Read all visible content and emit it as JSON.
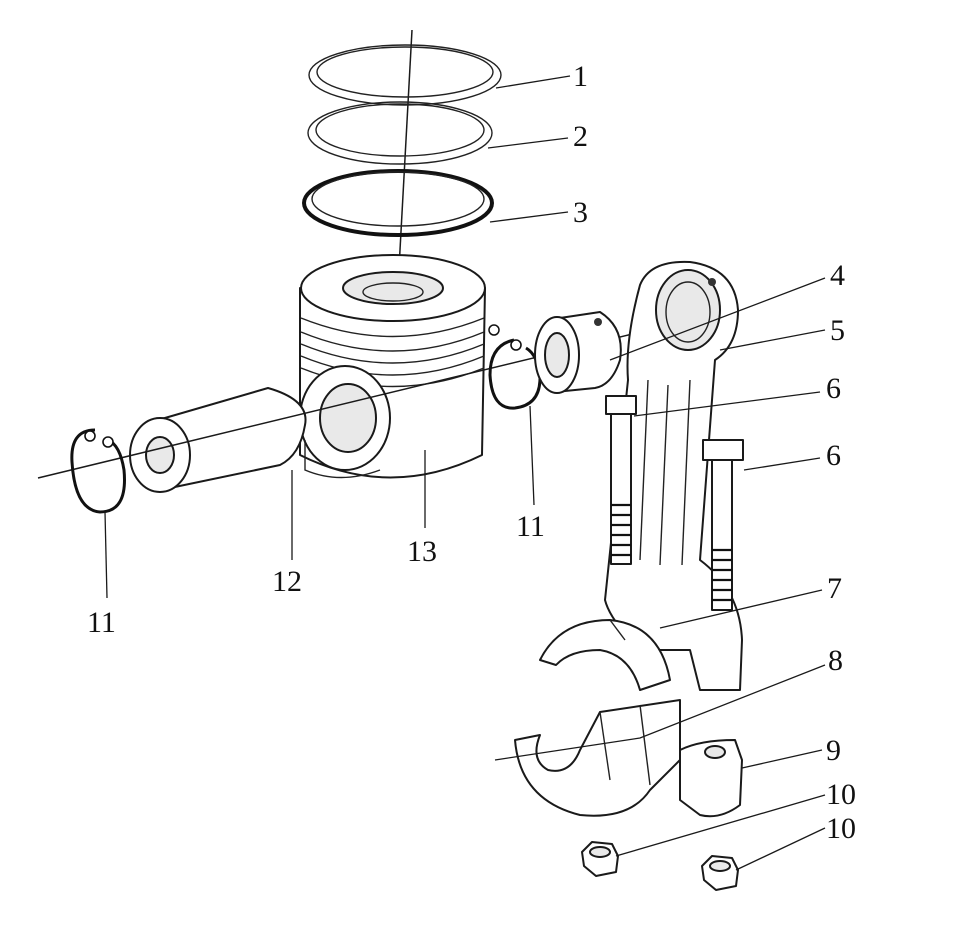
{
  "callouts": [
    {
      "id": "c1",
      "text": "1"
    },
    {
      "id": "c2",
      "text": "2"
    },
    {
      "id": "c3",
      "text": "3"
    },
    {
      "id": "c4",
      "text": "4"
    },
    {
      "id": "c5",
      "text": "5"
    },
    {
      "id": "c6a",
      "text": "6"
    },
    {
      "id": "c6b",
      "text": "6"
    },
    {
      "id": "c7",
      "text": "7"
    },
    {
      "id": "c8",
      "text": "8"
    },
    {
      "id": "c9",
      "text": "9"
    },
    {
      "id": "c10a",
      "text": "10"
    },
    {
      "id": "c10b",
      "text": "10"
    },
    {
      "id": "c11a",
      "text": "11"
    },
    {
      "id": "c11b",
      "text": "11"
    },
    {
      "id": "c12",
      "text": "12"
    },
    {
      "id": "c13",
      "text": "13"
    }
  ]
}
